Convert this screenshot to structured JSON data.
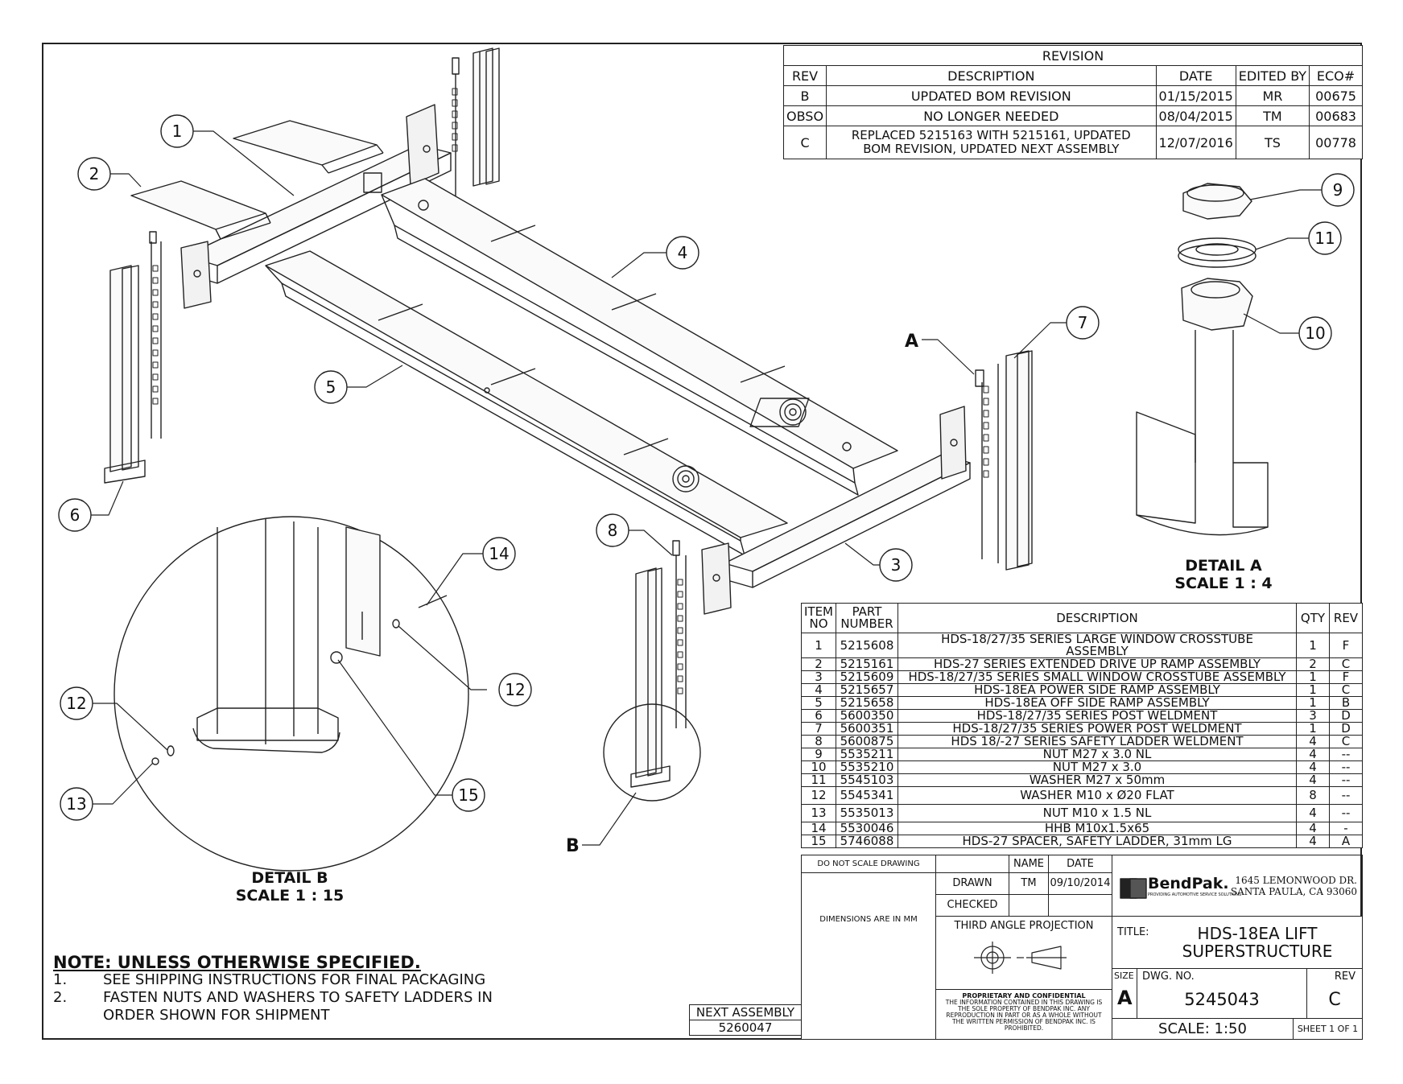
{
  "revision": {
    "title": "REVISION",
    "headers": [
      "REV",
      "DESCRIPTION",
      "DATE",
      "EDITED BY",
      "ECO#"
    ],
    "rows": [
      {
        "rev": "B",
        "desc": "UPDATED BOM REVISION",
        "desc2": "",
        "date": "01/15/2015",
        "edited": "MR",
        "eco": "00675"
      },
      {
        "rev": "OBSO",
        "desc": "NO LONGER NEEDED",
        "desc2": "",
        "date": "08/04/2015",
        "edited": "TM",
        "eco": "00683"
      },
      {
        "rev": "C",
        "desc": "REPLACED 5215163 WITH 5215161, UPDATED",
        "desc2": "BOM REVISION, UPDATED NEXT ASSEMBLY",
        "date": "12/07/2016",
        "edited": "TS",
        "eco": "00778"
      }
    ]
  },
  "bom": {
    "headers": {
      "item1": "ITEM",
      "item2": "NO",
      "part1": "PART",
      "part2": "NUMBER",
      "desc": "DESCRIPTION",
      "qty": "QTY",
      "rev": "REV"
    },
    "rows": [
      {
        "no": "1",
        "part": "5215608",
        "desc": "HDS-18/27/35 SERIES LARGE WINDOW CROSSTUBE",
        "desc2": "ASSEMBLY",
        "qty": "1",
        "rev": "F"
      },
      {
        "no": "2",
        "part": "5215161",
        "desc": "HDS-27 SERIES EXTENDED DRIVE UP RAMP ASSEMBLY",
        "qty": "2",
        "rev": "C"
      },
      {
        "no": "3",
        "part": "5215609",
        "desc": "HDS-18/27/35 SERIES SMALL WINDOW CROSSTUBE ASSEMBLY",
        "qty": "1",
        "rev": "F"
      },
      {
        "no": "4",
        "part": "5215657",
        "desc": "HDS-18EA POWER SIDE RAMP ASSEMBLY",
        "qty": "1",
        "rev": "C"
      },
      {
        "no": "5",
        "part": "5215658",
        "desc": "HDS-18EA OFF SIDE RAMP ASSEMBLY",
        "qty": "1",
        "rev": "B"
      },
      {
        "no": "6",
        "part": "5600350",
        "desc": "HDS-18/27/35 SERIES POST WELDMENT",
        "qty": "3",
        "rev": "D"
      },
      {
        "no": "7",
        "part": "5600351",
        "desc": "HDS-18/27/35 SERIES POWER POST WELDMENT",
        "qty": "1",
        "rev": "D"
      },
      {
        "no": "8",
        "part": "5600875",
        "desc": "HDS 18/-27 SERIES SAFETY LADDER WELDMENT",
        "qty": "4",
        "rev": "C"
      },
      {
        "no": "9",
        "part": "5535211",
        "desc": "NUT M27 x 3.0 NL",
        "qty": "4",
        "rev": "--"
      },
      {
        "no": "10",
        "part": "5535210",
        "desc": "NUT M27 x 3.0",
        "qty": "4",
        "rev": "--"
      },
      {
        "no": "11",
        "part": "5545103",
        "desc": "WASHER M27 x 50mm",
        "qty": "4",
        "rev": "--"
      },
      {
        "no": "12",
        "part": "5545341",
        "desc": "WASHER M10 x Ø20 FLAT",
        "qty": "8",
        "rev": "--"
      },
      {
        "no": "13",
        "part": "5535013",
        "desc": "NUT M10 x 1.5 NL",
        "qty": "4",
        "rev": "--"
      },
      {
        "no": "14",
        "part": "5530046",
        "desc": "HHB M10x1.5x65",
        "qty": "4",
        "rev": "-"
      },
      {
        "no": "15",
        "part": "5746088",
        "desc": "HDS-27 SPACER, SAFETY LADDER, 31mm LG",
        "qty": "4",
        "rev": "A"
      }
    ]
  },
  "callouts": [
    "1",
    "2",
    "3",
    "4",
    "5",
    "6",
    "7",
    "8",
    "9",
    "10",
    "11",
    "12",
    "12",
    "13",
    "14",
    "15"
  ],
  "detail_letters": {
    "a": "A",
    "b": "B"
  },
  "detail_a": {
    "title": "DETAIL A",
    "scale": "SCALE 1 : 4"
  },
  "detail_b": {
    "title": "DETAIL B",
    "scale": "SCALE 1 : 15"
  },
  "note": {
    "heading": "NOTE: UNLESS OTHERWISE SPECIFIED",
    "items": [
      {
        "num": "1.",
        "text": "SEE SHIPPING INSTRUCTIONS FOR FINAL PACKAGING"
      },
      {
        "num": "2.",
        "text": "FASTEN NUTS AND WASHERS TO SAFETY LADDERS IN"
      },
      {
        "num": "",
        "text": "ORDER SHOWN FOR SHIPMENT"
      }
    ]
  },
  "next_assembly": {
    "label": "NEXT ASSEMBLY",
    "value": "5260047"
  },
  "title_block": {
    "do_not_scale": "DO NOT SCALE DRAWING",
    "dimensions": "DIMENSIONS ARE IN MM",
    "name_header": "NAME",
    "date_header": "DATE",
    "drawn_label": "DRAWN",
    "drawn_name": "TM",
    "drawn_date": "09/10/2014",
    "checked_label": "CHECKED",
    "projection": "THIRD ANGLE PROJECTION",
    "proprietary_title": "PROPRIETARY AND CONFIDENTIAL",
    "proprietary_lines": [
      "THE INFORMATION CONTAINED IN THIS DRAWING IS",
      "THE SOLE PROPERTY OF BENDPAK INC. ANY",
      "REPRODUCTION IN PART OR AS A WHOLE WITHOUT",
      "THE WRITTEN PERMISSION OF BENDPAK INC. IS",
      "PROHIBITED."
    ],
    "company_logo": "BendPak.",
    "company_tagline": "PROVIDING AUTOMOTIVE SERVICE SOLUTIONS",
    "address1": "1645 LEMONWOOD DR.",
    "address2": "SANTA PAULA, CA 93060",
    "title_label": "TITLE:",
    "title1": "HDS-18EA LIFT",
    "title2": "SUPERSTRUCTURE",
    "size_label": "SIZE",
    "size": "A",
    "dwg_label": "DWG. NO.",
    "dwg_no": "5245043",
    "rev_label": "REV",
    "rev": "C",
    "scale": "SCALE: 1:50",
    "sheet": "SHEET 1 OF 1"
  }
}
